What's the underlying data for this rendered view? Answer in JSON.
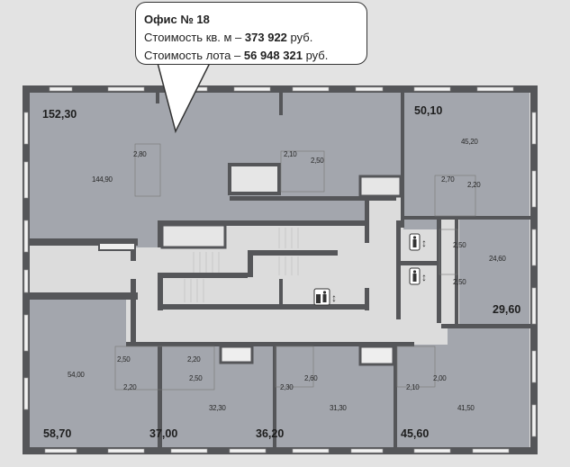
{
  "tooltip": {
    "title": "Офис № 18",
    "price_sqm_label": "Стоимость кв. м – ",
    "price_sqm_value": "373 922",
    "price_lot_label": "Стоимость лота – ",
    "price_lot_value": "56 948 321",
    "currency": " руб."
  },
  "offices": [
    {
      "id": "office-152",
      "area": "152,30",
      "main": "144,90",
      "rooms": [
        "2,80",
        "2,10",
        "2,50"
      ]
    },
    {
      "id": "office-50",
      "area": "50,10",
      "main": "45,20",
      "rooms": [
        "2,70",
        "2,20"
      ]
    },
    {
      "id": "office-29",
      "area": "29,60",
      "main": "24,60",
      "rooms": [
        "2,50",
        "2,50"
      ]
    },
    {
      "id": "office-58",
      "area": "58,70",
      "main": "54,00",
      "rooms": [
        "2,50",
        "2,20"
      ]
    },
    {
      "id": "office-37",
      "area": "37,00",
      "main": "32,30",
      "rooms": [
        "2,20",
        "2,50"
      ]
    },
    {
      "id": "office-36",
      "area": "36,20",
      "main": "31,30",
      "rooms": [
        "2,30",
        "2,60"
      ]
    },
    {
      "id": "office-45",
      "area": "45,60",
      "main": "41,50",
      "rooms": [
        "2,10",
        "2,00"
      ]
    }
  ],
  "icons": [
    "elevator-passenger-icon",
    "elevator-passenger-icon",
    "elevator-freight-icon"
  ],
  "colors": {
    "office": "#a3a6ad",
    "core": "#dcdcdc",
    "wall": "#555659"
  }
}
